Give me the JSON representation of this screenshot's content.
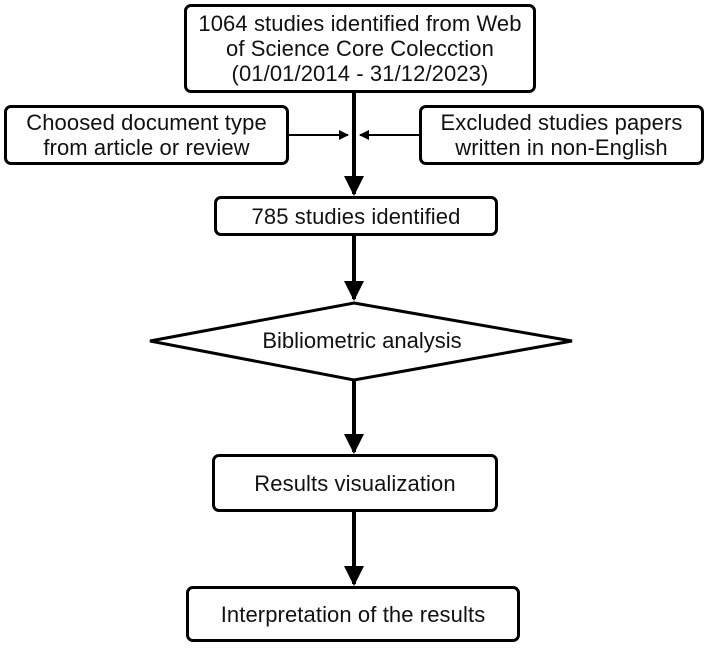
{
  "flowchart": {
    "source": {
      "lines": [
        "1064 studies identified from Web",
        "of Science Core Colecction",
        "(01/01/2014 - 31/12/2023)"
      ]
    },
    "filter_type": {
      "lines": [
        "Choosed document type",
        "from article or review"
      ]
    },
    "filter_language": {
      "lines": [
        "Excluded studies papers",
        "written in non-English"
      ]
    },
    "identified": {
      "label": "785 studies identified"
    },
    "analysis": {
      "label": "Bibliometric analysis"
    },
    "visualization": {
      "label": "Results visualization"
    },
    "interpretation": {
      "label": "Interpretation of the results"
    }
  }
}
